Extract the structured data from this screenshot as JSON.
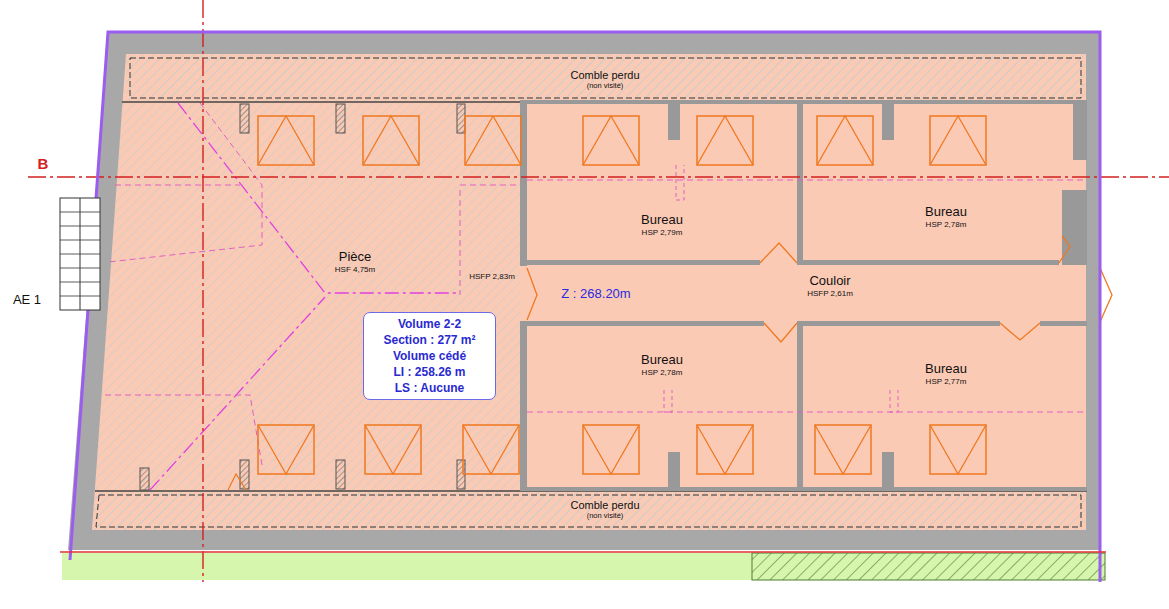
{
  "diagram": {
    "nodes": [
      {
        "text": [
          "Comble perdu",
          "(non visité)"
        ]
      },
      {
        "text": [
          "Pièce",
          "HSF 4,75m"
        ]
      },
      {
        "text": [
          "Volume 2-2",
          "Section : 277 m²",
          "Volume cédé",
          "LI : 258.26 m",
          "LS : Aucune"
        ],
        "in": 1
      },
      {
        "text": [
          "Bureau",
          "HSP 2,79m"
        ]
      },
      {
        "text": [
          "Bureau",
          "HSP 2,78m"
        ]
      },
      {
        "text": [
          "Couloir",
          "HSFP 2,61m"
        ]
      },
      {
        "text": [
          "Bureau",
          "HSP 2,78m"
        ]
      },
      {
        "text": [
          "Bureau",
          "HSP 2,77m"
        ]
      },
      {
        "text": [
          "Comble perdu",
          "(non visité)"
        ]
      }
    ],
    "labels": [
      "B",
      "AE 1",
      "HSFP 2,83m",
      "Z : 268.20m"
    ]
  }
}
